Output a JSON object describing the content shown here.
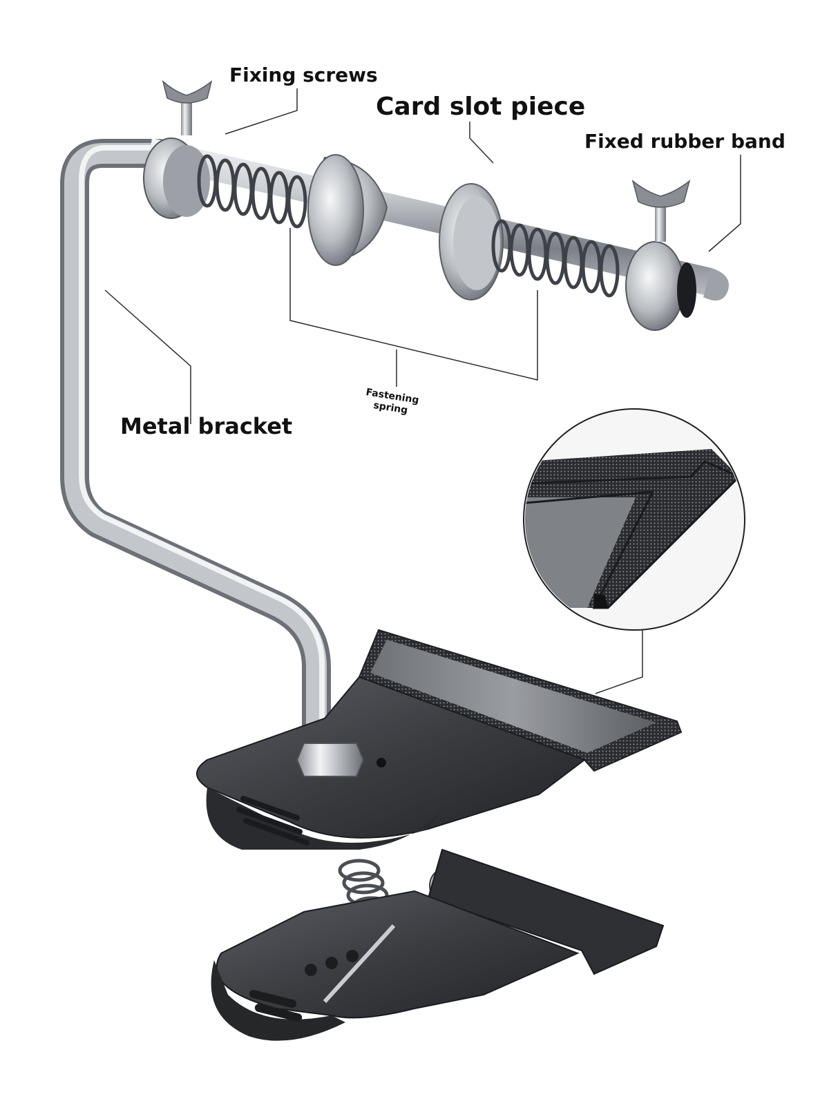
{
  "labels": {
    "fixing_screws": "Fixing screws",
    "card_slot_piece": "Card slot piece",
    "fixed_rubber_band": "Fixed rubber band",
    "metal_bracket": "Metal bracket",
    "fastening_spring_line1": "Fastening",
    "fastening_spring_line2": "spring"
  },
  "colors": {
    "label_text": "#111111",
    "leader_line": "#2a2a2a",
    "metal_light": "#e4e6e9",
    "metal_dark": "#6d7177",
    "clip_body": "#3b3d41",
    "clip_dark": "#232427",
    "background": "#ffffff"
  }
}
